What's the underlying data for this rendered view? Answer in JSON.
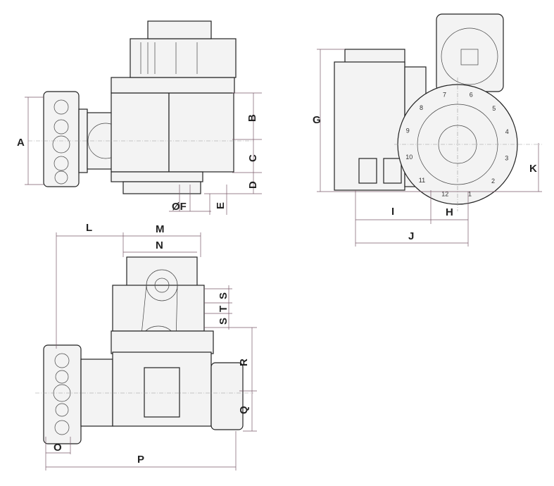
{
  "title": "Turret dimension drawing",
  "front_view": {
    "labels": {
      "A": "A",
      "B": "B",
      "C": "C",
      "D": "D",
      "F": "ØF",
      "E": "E"
    }
  },
  "side_view": {
    "labels": {
      "G": "G",
      "K": "K",
      "I": "I",
      "H": "H",
      "J": "J"
    },
    "station_numbers": [
      "1",
      "2",
      "3",
      "4",
      "5",
      "6",
      "7",
      "8",
      "9",
      "10",
      "11",
      "12"
    ]
  },
  "top_view": {
    "labels": {
      "L": "L",
      "M": "M",
      "N": "N",
      "S1": "S",
      "T": "T",
      "S2": "S",
      "R": "R",
      "Q": "Q",
      "O": "O",
      "P": "P"
    }
  }
}
